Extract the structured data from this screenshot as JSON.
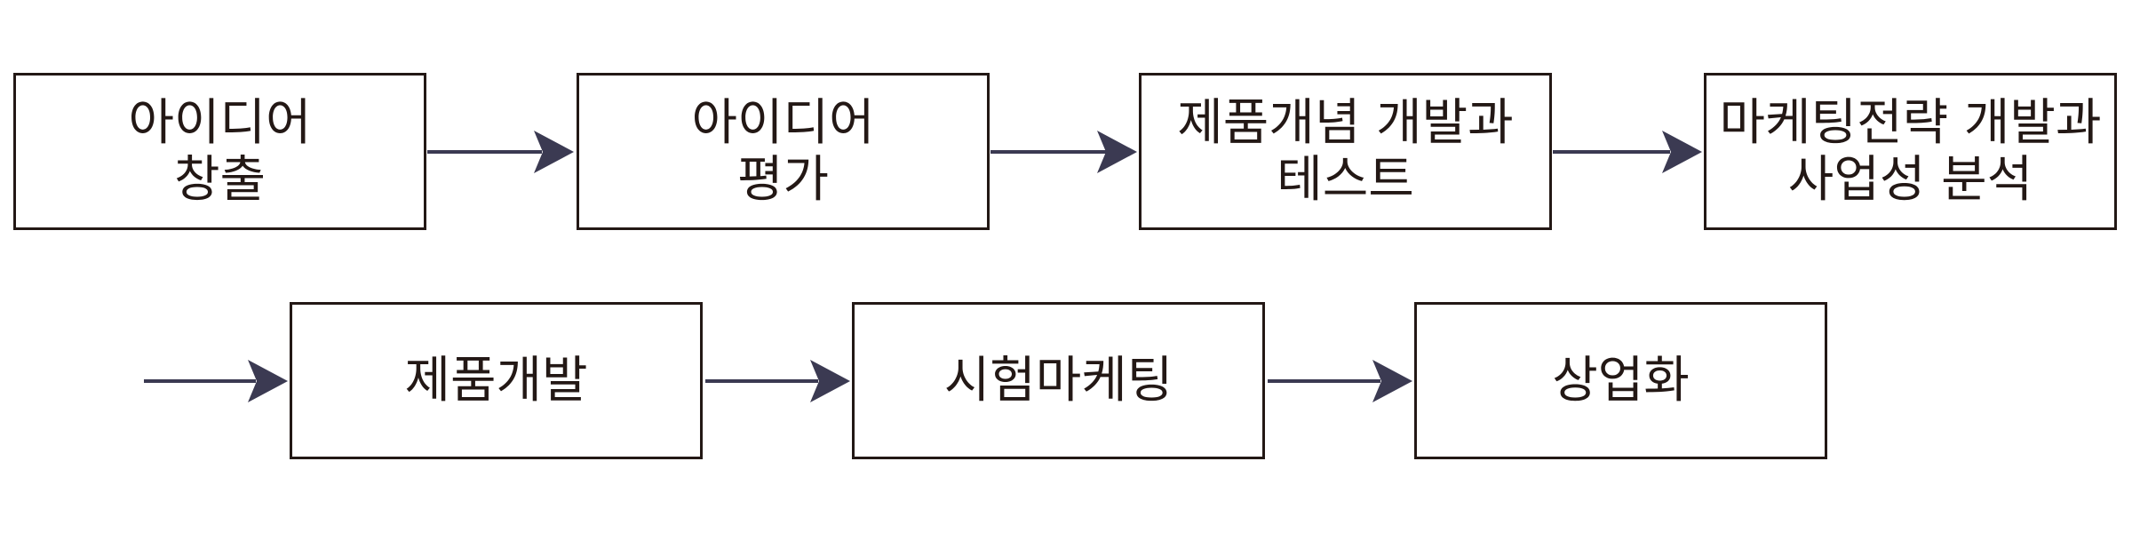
{
  "diagram": {
    "type": "process-flow",
    "steps": [
      {
        "line1": "아이디어",
        "line2": "창출"
      },
      {
        "line1": "아이디어",
        "line2": "평가"
      },
      {
        "line1": "제품개념 개발과",
        "line2": "테스트"
      },
      {
        "line1": "마케팅전략 개발과",
        "line2": "사업성 분석"
      },
      {
        "line1": "제품개발",
        "line2": ""
      },
      {
        "line1": "시험마케팅",
        "line2": ""
      },
      {
        "line1": "상업화",
        "line2": ""
      }
    ],
    "colors": {
      "box_border": "#231815",
      "arrow": "#3b3a52",
      "text": "#231815"
    }
  }
}
